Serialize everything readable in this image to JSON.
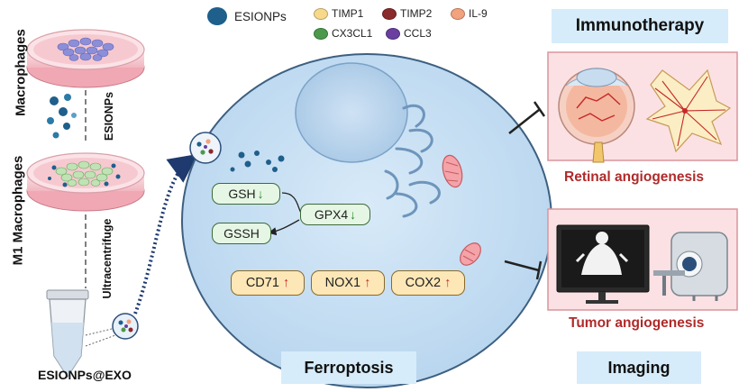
{
  "labels": {
    "macrophages": "Macrophages",
    "m1_macrophages": "M1 Macrophages",
    "esionps_arrow": "ESIONPs",
    "ultracentrifuge": "Ultracentrifuge",
    "esionps_exo": "ESIONPs@EXO"
  },
  "legend": {
    "esionps": "ESIONPs",
    "items": [
      {
        "label": "TIMP1",
        "color": "#f7d98b"
      },
      {
        "label": "TIMP2",
        "color": "#8b2a2a"
      },
      {
        "label": "IL-9",
        "color": "#f2a27c"
      },
      {
        "label": "CX3CL1",
        "color": "#4a9a4a"
      },
      {
        "label": "CCL3",
        "color": "#6a3fa0"
      }
    ],
    "esionps_color": "#1e5f8c"
  },
  "cell": {
    "gsh": "GSH",
    "gpx4": "GPX4",
    "gssh": "GSSH",
    "cd71": "CD71",
    "nox1": "NOX1",
    "cox2": "COX2",
    "ferroptosis": "Ferroptosis"
  },
  "right": {
    "immunotherapy": "Immunotherapy",
    "retinal": "Retinal angiogenesis",
    "tumor": "Tumor angiogenesis",
    "imaging": "Imaging"
  }
}
